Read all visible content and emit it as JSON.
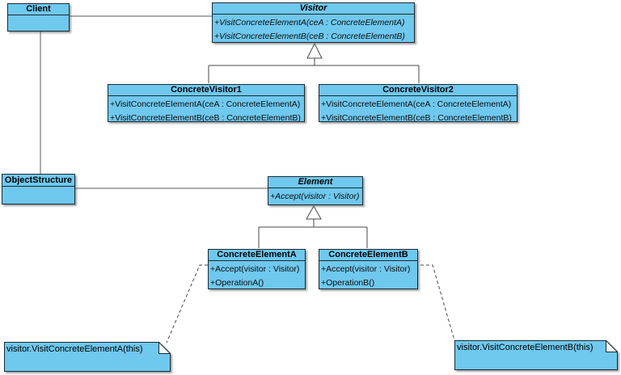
{
  "diagram": {
    "type": "uml-class-diagram",
    "pattern": "Visitor"
  },
  "colors": {
    "node_fill": "#6fc8ee",
    "node_border": "#1b2a33",
    "connector_line": "#5a5a5a",
    "background": "#ffffff"
  },
  "classes": {
    "client": {
      "name": "Client",
      "methods": []
    },
    "visitor": {
      "name": "Visitor",
      "abstract": true,
      "methods": [
        "+VisitConcreteElementA(ceA : ConcreteElementA)",
        "+VisitConcreteElementB(ceB : ConcreteElementB)"
      ]
    },
    "concreteVisitor1": {
      "name": "ConcreteVisitor1",
      "methods": [
        "+VisitConcreteElementA(ceA : ConcreteElementA)",
        "+VisitConcreteElementB(ceB : ConcreteElementB)"
      ]
    },
    "concreteVisitor2": {
      "name": "ConcreteVisitor2",
      "methods": [
        "+VisitConcreteElementA(ceA : ConcreteElementA)",
        "+VisitConcreteElementB(ceB : ConcreteElementB)"
      ]
    },
    "objectStructure": {
      "name": "ObjectStructure",
      "methods": []
    },
    "element": {
      "name": "Element",
      "abstract": true,
      "methods": [
        "+Accept(visitor : Visitor)"
      ]
    },
    "concreteElementA": {
      "name": "ConcreteElementA",
      "methods": [
        "+Accept(visitor : Visitor)",
        "+OperationA()"
      ]
    },
    "concreteElementB": {
      "name": "ConcreteElementB",
      "methods": [
        "+Accept(visitor : Visitor)",
        "+OperationB()"
      ]
    }
  },
  "notes": {
    "noteA": {
      "text": "visitor.VisitConcreteElementA(this)"
    },
    "noteB": {
      "text": "visitor.VisitConcreteElementB(this)"
    }
  }
}
